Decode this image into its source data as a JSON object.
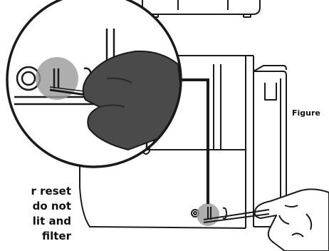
{
  "figure_label": "Figure",
  "caption_lines": [
    "r reset",
    "do not",
    "lit and",
    "filter"
  ],
  "colors": {
    "line": "#1a1a1a",
    "highlight": "#9a9a9a",
    "background": "#ffffff"
  }
}
